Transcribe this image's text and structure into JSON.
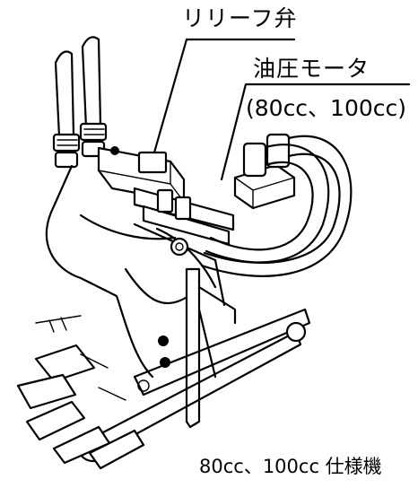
{
  "labels": {
    "relief_valve": "リリーフ弁",
    "hydraulic_motor": "油圧モータ",
    "motor_capacity": "(80cc、100cc)",
    "caption": "80cc、100cc 仕様機"
  },
  "colors": {
    "line": "#000000",
    "background": "#ffffff"
  }
}
